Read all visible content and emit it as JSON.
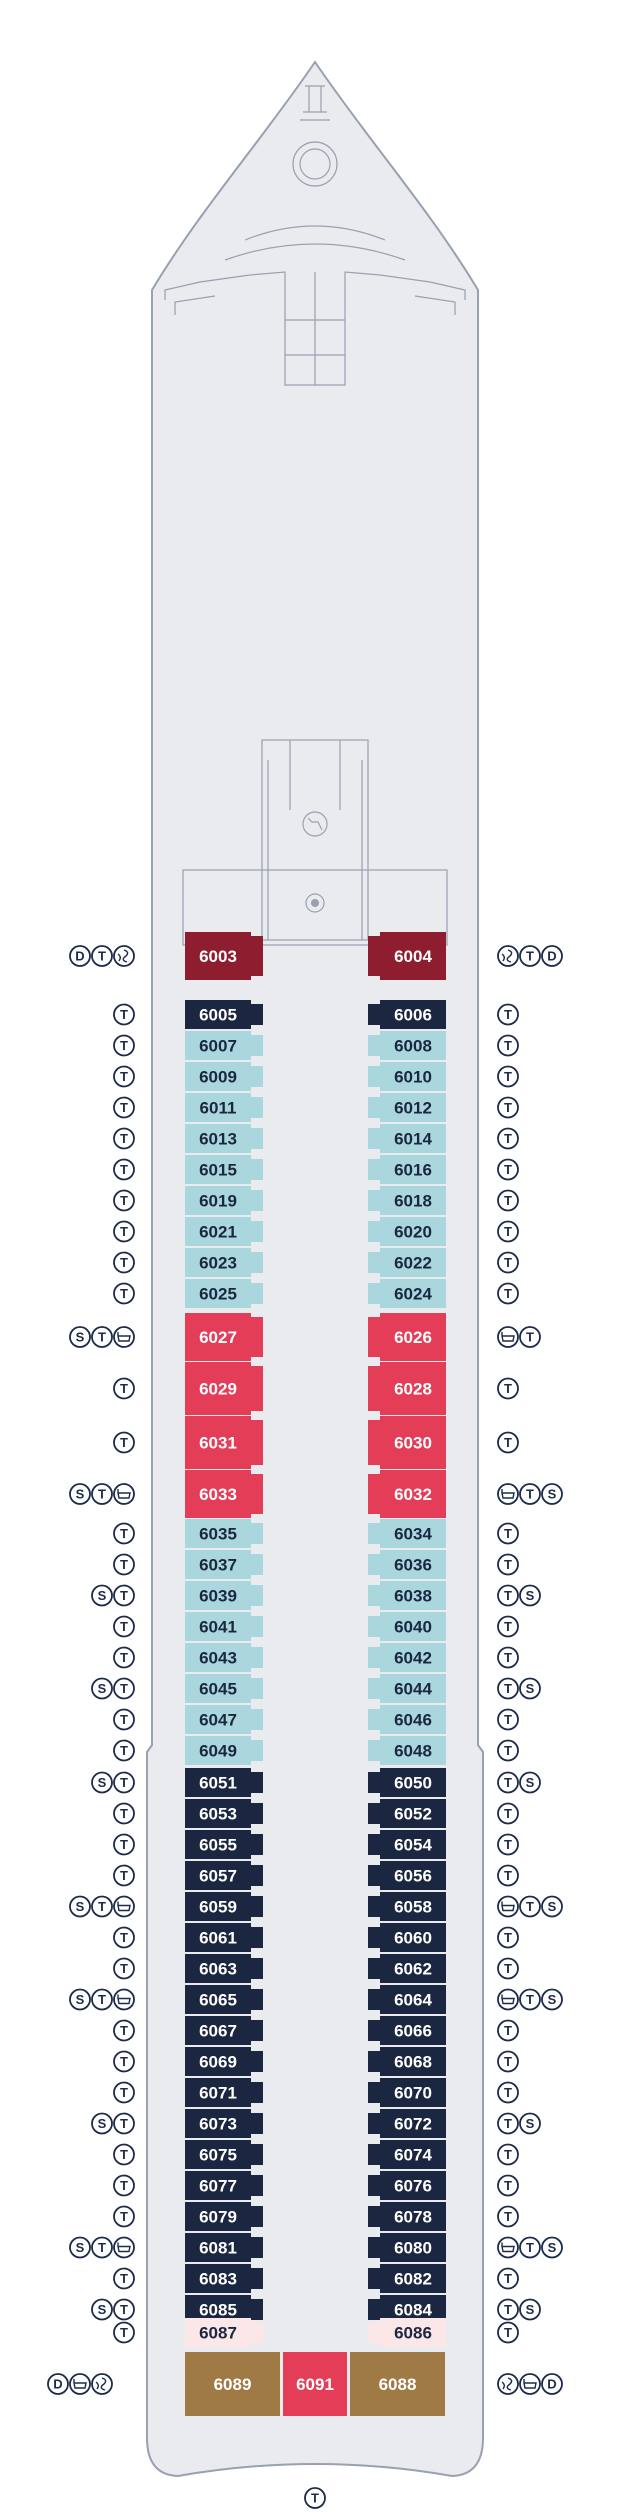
{
  "deck": {
    "colors": {
      "hull": "#e9ebef",
      "hull_outline": "#98a1b0",
      "corridor": "#f4f5f7",
      "light_blue": "#aad7dd",
      "navy": "#1b2741",
      "red": "#e43d57",
      "dark_red": "#8e1d2f",
      "brown": "#a07a45",
      "pink": "#fbe6e8",
      "icon": "#1c2b4a"
    },
    "left_cabins": [
      {
        "num": "6003",
        "type": "dark_red"
      },
      {
        "num": "6005",
        "type": "navy"
      },
      {
        "num": "6007",
        "type": "light_blue"
      },
      {
        "num": "6009",
        "type": "light_blue"
      },
      {
        "num": "6011",
        "type": "light_blue"
      },
      {
        "num": "6013",
        "type": "light_blue"
      },
      {
        "num": "6015",
        "type": "light_blue"
      },
      {
        "num": "6019",
        "type": "light_blue"
      },
      {
        "num": "6021",
        "type": "light_blue"
      },
      {
        "num": "6023",
        "type": "light_blue"
      },
      {
        "num": "6025",
        "type": "light_blue"
      },
      {
        "num": "6027",
        "type": "red"
      },
      {
        "num": "6029",
        "type": "red"
      },
      {
        "num": "6031",
        "type": "red"
      },
      {
        "num": "6033",
        "type": "red"
      },
      {
        "num": "6035",
        "type": "light_blue"
      },
      {
        "num": "6037",
        "type": "light_blue"
      },
      {
        "num": "6039",
        "type": "light_blue"
      },
      {
        "num": "6041",
        "type": "light_blue"
      },
      {
        "num": "6043",
        "type": "light_blue"
      },
      {
        "num": "6045",
        "type": "light_blue"
      },
      {
        "num": "6047",
        "type": "light_blue"
      },
      {
        "num": "6049",
        "type": "light_blue"
      },
      {
        "num": "6051",
        "type": "navy"
      },
      {
        "num": "6053",
        "type": "navy"
      },
      {
        "num": "6055",
        "type": "navy"
      },
      {
        "num": "6057",
        "type": "navy"
      },
      {
        "num": "6059",
        "type": "navy"
      },
      {
        "num": "6061",
        "type": "navy"
      },
      {
        "num": "6063",
        "type": "navy"
      },
      {
        "num": "6065",
        "type": "navy"
      },
      {
        "num": "6067",
        "type": "navy"
      },
      {
        "num": "6069",
        "type": "navy"
      },
      {
        "num": "6071",
        "type": "navy"
      },
      {
        "num": "6073",
        "type": "navy"
      },
      {
        "num": "6075",
        "type": "navy"
      },
      {
        "num": "6077",
        "type": "navy"
      },
      {
        "num": "6079",
        "type": "navy"
      },
      {
        "num": "6081",
        "type": "navy"
      },
      {
        "num": "6083",
        "type": "navy"
      },
      {
        "num": "6085",
        "type": "navy"
      },
      {
        "num": "6087",
        "type": "pink"
      }
    ],
    "right_cabins": [
      {
        "num": "6004",
        "type": "dark_red"
      },
      {
        "num": "6006",
        "type": "navy"
      },
      {
        "num": "6008",
        "type": "light_blue"
      },
      {
        "num": "6010",
        "type": "light_blue"
      },
      {
        "num": "6012",
        "type": "light_blue"
      },
      {
        "num": "6014",
        "type": "light_blue"
      },
      {
        "num": "6016",
        "type": "light_blue"
      },
      {
        "num": "6018",
        "type": "light_blue"
      },
      {
        "num": "6020",
        "type": "light_blue"
      },
      {
        "num": "6022",
        "type": "light_blue"
      },
      {
        "num": "6024",
        "type": "light_blue"
      },
      {
        "num": "6026",
        "type": "red"
      },
      {
        "num": "6028",
        "type": "red"
      },
      {
        "num": "6030",
        "type": "red"
      },
      {
        "num": "6032",
        "type": "red"
      },
      {
        "num": "6034",
        "type": "light_blue"
      },
      {
        "num": "6036",
        "type": "light_blue"
      },
      {
        "num": "6038",
        "type": "light_blue"
      },
      {
        "num": "6040",
        "type": "light_blue"
      },
      {
        "num": "6042",
        "type": "light_blue"
      },
      {
        "num": "6044",
        "type": "light_blue"
      },
      {
        "num": "6046",
        "type": "light_blue"
      },
      {
        "num": "6048",
        "type": "light_blue"
      },
      {
        "num": "6050",
        "type": "navy"
      },
      {
        "num": "6052",
        "type": "navy"
      },
      {
        "num": "6054",
        "type": "navy"
      },
      {
        "num": "6056",
        "type": "navy"
      },
      {
        "num": "6058",
        "type": "navy"
      },
      {
        "num": "6060",
        "type": "navy"
      },
      {
        "num": "6062",
        "type": "navy"
      },
      {
        "num": "6064",
        "type": "navy"
      },
      {
        "num": "6066",
        "type": "navy"
      },
      {
        "num": "6068",
        "type": "navy"
      },
      {
        "num": "6070",
        "type": "navy"
      },
      {
        "num": "6072",
        "type": "navy"
      },
      {
        "num": "6074",
        "type": "navy"
      },
      {
        "num": "6076",
        "type": "navy"
      },
      {
        "num": "6078",
        "type": "navy"
      },
      {
        "num": "6080",
        "type": "navy"
      },
      {
        "num": "6082",
        "type": "navy"
      },
      {
        "num": "6084",
        "type": "navy"
      },
      {
        "num": "6086",
        "type": "pink"
      }
    ],
    "aft_cabins": [
      {
        "num": "6089",
        "type": "brown"
      },
      {
        "num": "6091",
        "type": "red"
      },
      {
        "num": "6088",
        "type": "brown"
      }
    ],
    "left_icons": [
      [
        "D",
        "T",
        "whirl"
      ],
      [
        "T"
      ],
      [
        "T"
      ],
      [
        "T"
      ],
      [
        "T"
      ],
      [
        "T"
      ],
      [
        "T"
      ],
      [
        "T"
      ],
      [
        "T"
      ],
      [
        "T"
      ],
      [
        "T"
      ],
      [
        "S",
        "T",
        "tub"
      ],
      [
        "T"
      ],
      [
        "T"
      ],
      [
        "S",
        "T",
        "tub"
      ],
      [
        "T"
      ],
      [
        "T"
      ],
      [
        "S",
        "T"
      ],
      [
        "T"
      ],
      [
        "T"
      ],
      [
        "S",
        "T"
      ],
      [
        "T"
      ],
      [
        "T"
      ],
      [
        "S",
        "T"
      ],
      [
        "T"
      ],
      [
        "T"
      ],
      [
        "T"
      ],
      [
        "S",
        "T",
        "tub"
      ],
      [
        "T"
      ],
      [
        "T"
      ],
      [
        "S",
        "T",
        "tub"
      ],
      [
        "T"
      ],
      [
        "T"
      ],
      [
        "T"
      ],
      [
        "S",
        "T"
      ],
      [
        "T"
      ],
      [
        "T"
      ],
      [
        "T"
      ],
      [
        "S",
        "T",
        "tub"
      ],
      [
        "T"
      ],
      [
        "S",
        "T"
      ],
      [
        "T"
      ]
    ],
    "right_icons": [
      [
        "whirl",
        "T",
        "D"
      ],
      [
        "T"
      ],
      [
        "T"
      ],
      [
        "T"
      ],
      [
        "T"
      ],
      [
        "T"
      ],
      [
        "T"
      ],
      [
        "T"
      ],
      [
        "T"
      ],
      [
        "T"
      ],
      [
        "T"
      ],
      [
        "tub",
        "T"
      ],
      [
        "T"
      ],
      [
        "T"
      ],
      [
        "tub",
        "T",
        "S"
      ],
      [
        "T"
      ],
      [
        "T"
      ],
      [
        "T",
        "S"
      ],
      [
        "T"
      ],
      [
        "T"
      ],
      [
        "T",
        "S"
      ],
      [
        "T"
      ],
      [
        "T"
      ],
      [
        "T",
        "S"
      ],
      [
        "T"
      ],
      [
        "T"
      ],
      [
        "T"
      ],
      [
        "tub",
        "T",
        "S"
      ],
      [
        "T"
      ],
      [
        "T"
      ],
      [
        "tub",
        "T",
        "S"
      ],
      [
        "T"
      ],
      [
        "T"
      ],
      [
        "T"
      ],
      [
        "T",
        "S"
      ],
      [
        "T"
      ],
      [
        "T"
      ],
      [
        "T"
      ],
      [
        "tub",
        "T",
        "S"
      ],
      [
        "T"
      ],
      [
        "T",
        "S"
      ],
      [
        "T"
      ]
    ],
    "aft_left_icons": [
      "D",
      "tub",
      "whirl"
    ],
    "aft_right_icons": [
      "whirl",
      "tub",
      "D"
    ],
    "bottom_icon": "T"
  }
}
